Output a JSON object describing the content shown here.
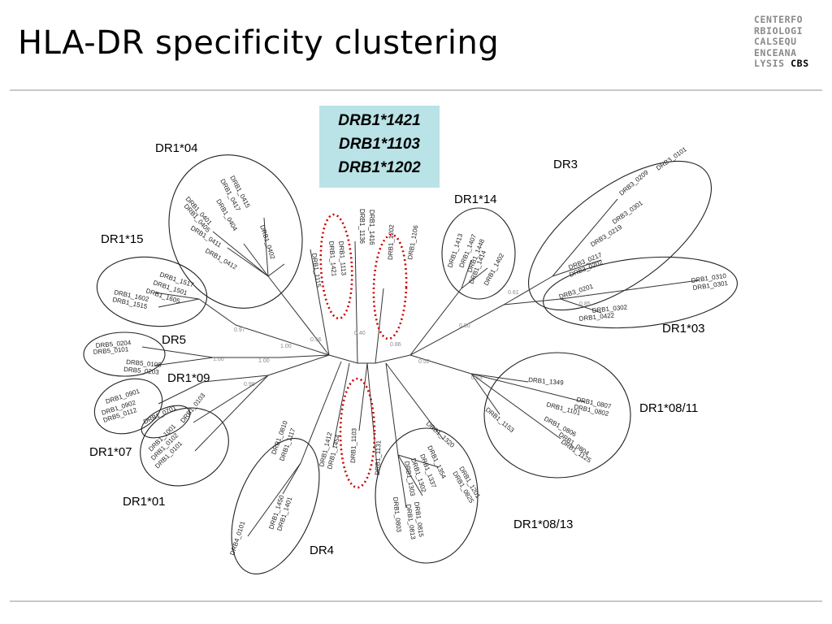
{
  "slide": {
    "title": "HLA-DR specificity clustering"
  },
  "logo": {
    "rows": [
      "CENTERFO",
      "RBIOLOGI",
      "CALSEQU",
      "ENCEANA",
      "LYSIS"
    ],
    "cbs": "CBS"
  },
  "highlight_box": {
    "lines": [
      "DRB1*1421",
      "DRB1*1103",
      "DRB1*1202"
    ],
    "color": "#b9e3e6"
  },
  "cluster_labels": [
    "DR1*04",
    "DR1*15",
    "DR5",
    "DR1*09",
    "DR1*07",
    "DR1*01",
    "DR4",
    "DR1*14",
    "DR3",
    "DR1*03",
    "DR1*08/11",
    "DR1*08/13"
  ],
  "leaf_labels": [
    "DRB1_0415",
    "DRB1_0417",
    "DRB1_0404",
    "DRB1_0402",
    "DRB1_0411",
    "DRB1_0412",
    "DRB1_0401",
    "DRB1_0405",
    "DRB1_1517",
    "DRB1_1501",
    "DRB1_1605",
    "DRB1_1602",
    "DRB1_1515",
    "DRB5_0204",
    "DRB5_0101",
    "DRB5_0106",
    "DRB5_0203",
    "DRB1_0901",
    "DRB1_0902",
    "DRB5_0112",
    "DRB1_0701",
    "DRB1_0103",
    "DRB1_1001",
    "DRB1_0102",
    "DRB1_0101",
    "DRB1_0810",
    "DRB1_1117",
    "DRB1_1412",
    "DRB1_1454",
    "DRB1_1450",
    "DRB1_1401",
    "DRB4_0101",
    "DRB1_1103",
    "DRB1_1131",
    "DRB1_1113",
    "DRB1_1421",
    "DRB1_1136",
    "DRB1_1416",
    "DRB1_1202",
    "DRB1_1106",
    "DRB1_1115",
    "DRB1_1413",
    "DRB1_1407",
    "DRB1_1448",
    "DRB1_1414",
    "DRB1_1402",
    "DRB3_0209",
    "DRB3_0101",
    "DRB3_0301",
    "DRB3_0219",
    "DRB3_0217",
    "DRB3_0202",
    "DRB3_0201",
    "DRB1_0310",
    "DRB1_0301",
    "DRB1_0302",
    "DRB1_0422",
    "DRB1_1349",
    "DRB1_0807",
    "DRB1_0802",
    "DRB1_1101",
    "DRB1_1153",
    "DRB1_0806",
    "DRB1_0804",
    "DRB1_1125",
    "DRB1_1320",
    "DRB1_1201",
    "DRB1_0825",
    "DRB1_1354",
    "DRB1_1337",
    "DRB1_1302",
    "DRB1_1303",
    "DRB1_0815",
    "DRB1_0813",
    "DRB1_0803"
  ],
  "branch_support": [
    "1.00",
    "0.97",
    "0.98",
    "1.00",
    "0.61",
    "0.52",
    "0.53",
    "0.85",
    "0.90",
    "0.40",
    "0.56",
    "0.86"
  ],
  "colors": {
    "dotted_highlight": "#cc0000",
    "branch": "#333333",
    "support_text": "#888888"
  }
}
